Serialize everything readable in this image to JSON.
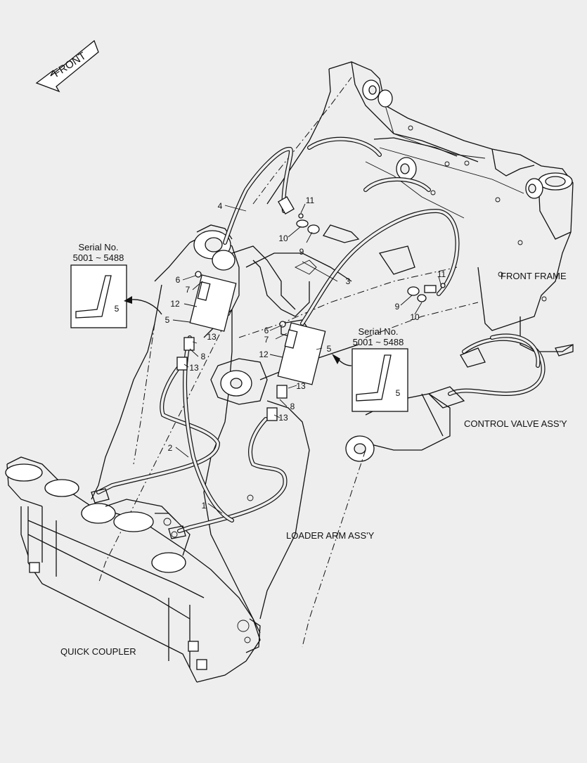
{
  "front_arrow": {
    "label": "FRONT"
  },
  "labels": {
    "front_frame": "FRONT FRAME",
    "control_valve": "CONTROL VALVE ASS'Y",
    "loader_arm": "LOADER ARM ASS'Y",
    "quick_coupler": "QUICK COUPLER"
  },
  "serial_boxes": [
    {
      "title": "Serial No.",
      "range": "5001 ~ 5488",
      "part": "5"
    },
    {
      "title": "Serial No.",
      "range": "5001 ~ 5488",
      "part": "5"
    }
  ],
  "callouts": {
    "c1": "1",
    "c2": "2",
    "c3": "3",
    "c4": "4",
    "c5a": "5",
    "c5b": "5",
    "c6a": "6",
    "c6b": "6",
    "c7a": "7",
    "c7b": "7",
    "c8a": "8",
    "c8b": "8",
    "c9a": "9",
    "c9b": "9",
    "c10a": "10",
    "c10b": "10",
    "c11a": "11",
    "c11b": "11",
    "c12a": "12",
    "c12b": "12",
    "c13a": "13",
    "c13b": "13",
    "c13c": "13",
    "c13d": "13"
  }
}
